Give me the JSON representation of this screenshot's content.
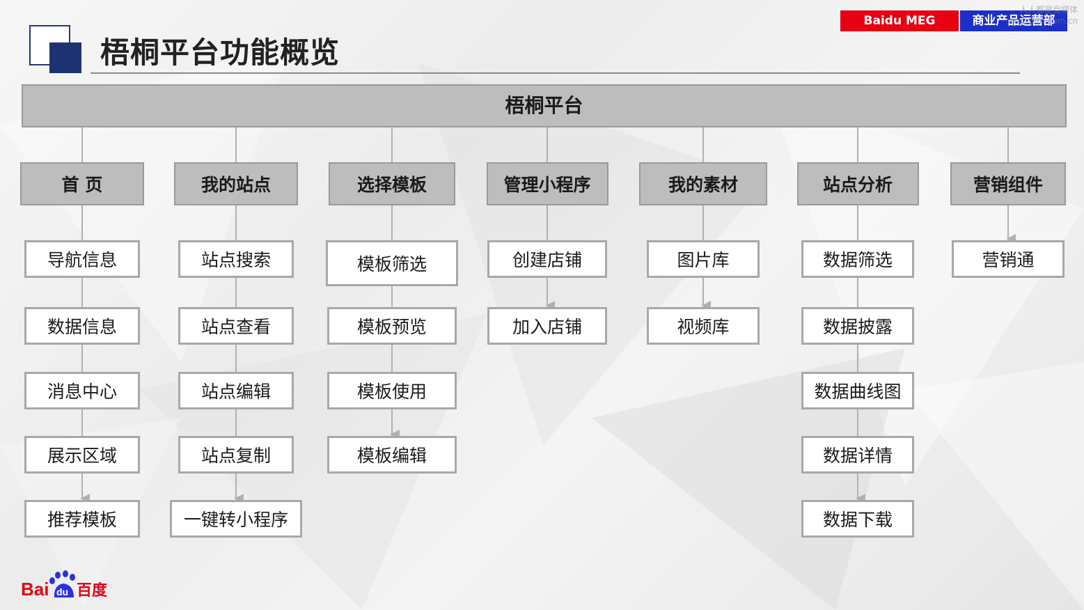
{
  "header": {
    "title": "梧桐平台功能概览",
    "badge_left": "Baidu MEG",
    "badge_right": "商业产品运营部",
    "watermark_line1": "人人都是自媒体",
    "watermark_line2": "woshipm.com.cn"
  },
  "root": {
    "label": "梧桐平台"
  },
  "categories": [
    {
      "label": "首 页",
      "items": [
        "导航信息",
        "数据信息",
        "消息中心",
        "展示区域",
        "推荐模板"
      ]
    },
    {
      "label": "我的站点",
      "items": [
        "站点搜索",
        "站点查看",
        "站点编辑",
        "站点复制",
        "一键转小程序"
      ]
    },
    {
      "label": "选择模板",
      "items": [
        "模板筛选",
        "模板预览",
        "模板使用",
        "模板编辑"
      ]
    },
    {
      "label": "管理小程序",
      "items": [
        "创建店铺",
        "加入店铺"
      ]
    },
    {
      "label": "我的素材",
      "items": [
        "图片库",
        "视频库"
      ]
    },
    {
      "label": "站点分析",
      "items": [
        "数据筛选",
        "数据披露",
        "数据曲线图",
        "数据详情",
        "数据下载"
      ]
    },
    {
      "label": "营销组件",
      "items": [
        "营销通"
      ]
    }
  ],
  "footer": {
    "logo_text_left": "Bai",
    "logo_text_du": "du",
    "logo_text_cn": "百度"
  },
  "colors": {
    "red": "#e60012",
    "blue": "#1c2fc9",
    "navy": "#1c3272",
    "box_gray": "#bdbdbd"
  }
}
